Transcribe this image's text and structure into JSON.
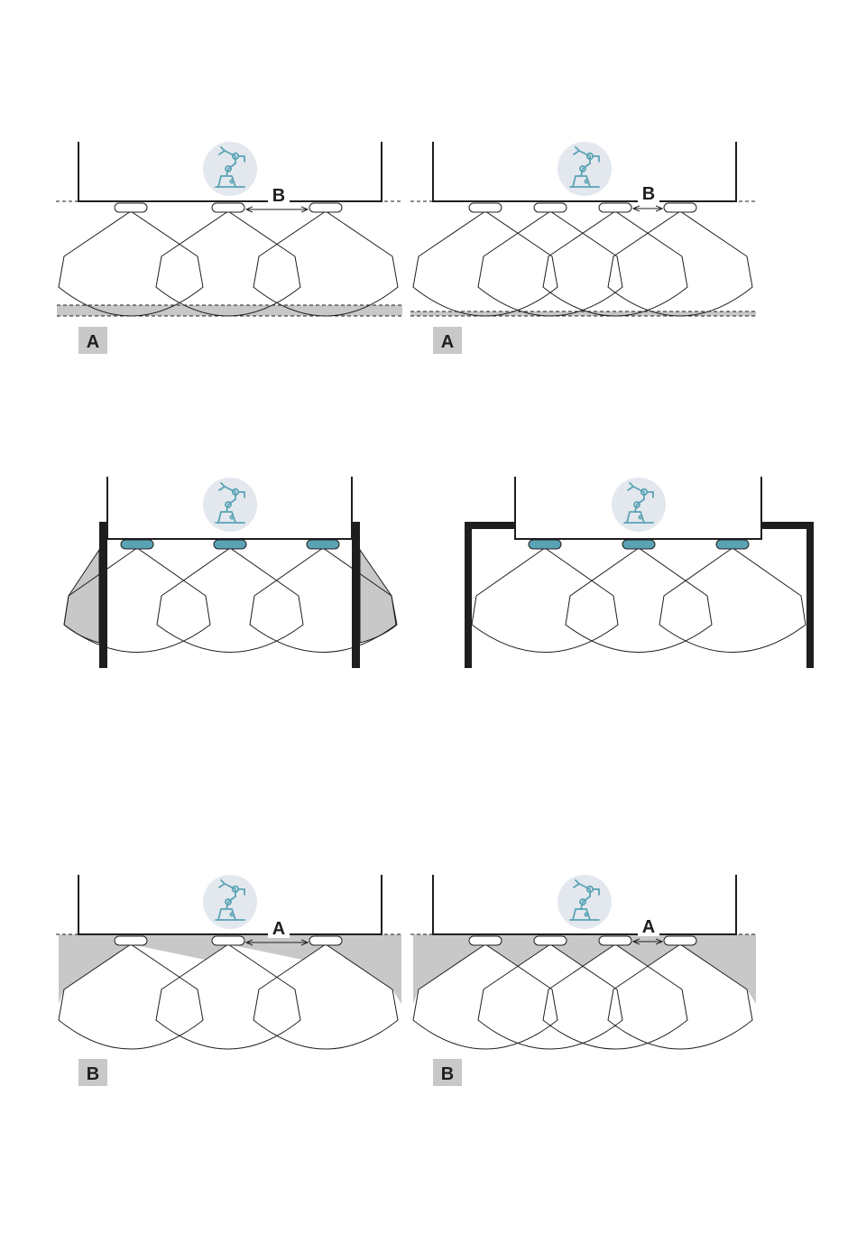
{
  "colors": {
    "line": "#1e1e1e",
    "shade": "#c8c8c8",
    "sensor_active": "#5aa3b5",
    "robot_icon": "#5aa3b5",
    "icon_circle": "#e3e8ee"
  },
  "panels": [
    {
      "spacing_label": "B",
      "badge": "A",
      "icon": "robot-arm-icon",
      "sensor_count": 3
    },
    {
      "spacing_label": "B",
      "badge": "A",
      "icon": "robot-arm-icon",
      "sensor_count": 4
    },
    {
      "icon": "robot-arm-icon",
      "sensor_count": 3
    },
    {
      "icon": "robot-arm-icon",
      "sensor_count": 3
    },
    {
      "spacing_label": "A",
      "badge": "B",
      "icon": "robot-arm-icon",
      "sensor_count": 3
    },
    {
      "spacing_label": "A",
      "badge": "B",
      "icon": "robot-arm-icon",
      "sensor_count": 4
    }
  ]
}
